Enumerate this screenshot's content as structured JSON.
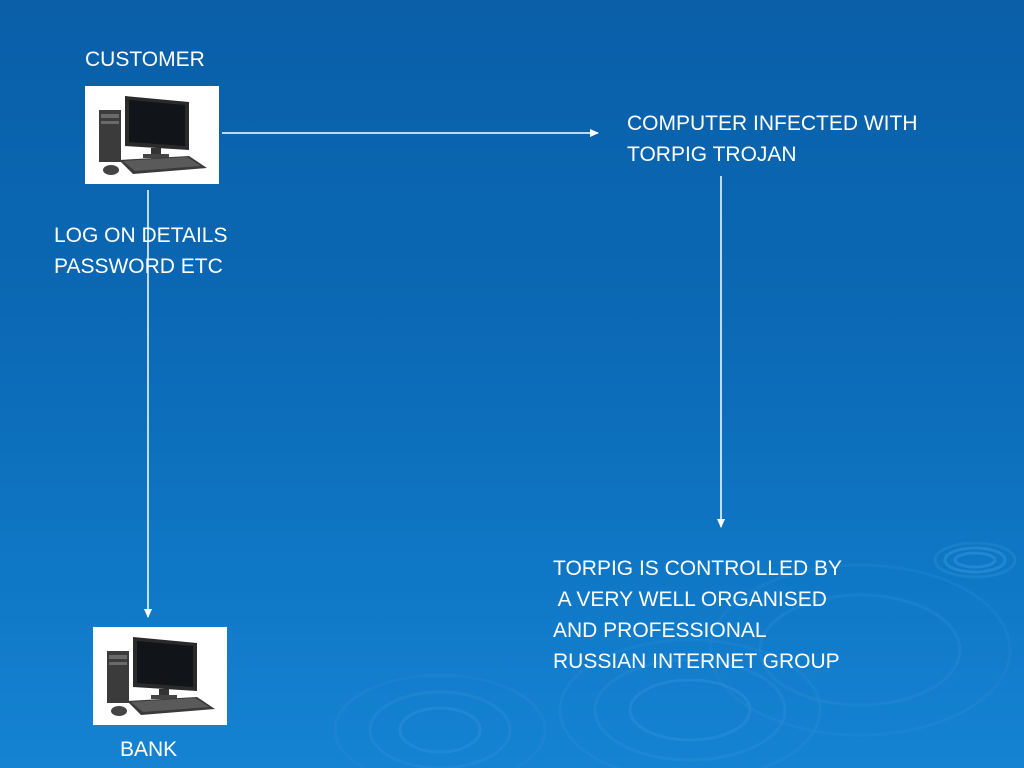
{
  "diagram": {
    "nodes": {
      "customer": {
        "label": "CUSTOMER",
        "icon": "desktop-computer-icon"
      },
      "infected": {
        "lines": [
          "COMPUTER INFECTED WITH",
          "TORPIG TROJAN"
        ]
      },
      "logon": {
        "lines": [
          "LOG ON DETAILS",
          "PASSWORD ETC"
        ]
      },
      "controlled": {
        "lines": [
          "TORPIG IS CONTROLLED BY",
          " A VERY WELL ORGANISED",
          "AND PROFESSIONAL",
          "RUSSIAN INTERNET GROUP"
        ]
      },
      "bank": {
        "label": "BANK",
        "icon": "desktop-computer-icon"
      }
    },
    "edges": [
      {
        "from": "customer",
        "to": "infected"
      },
      {
        "from": "customer",
        "to": "bank"
      },
      {
        "from": "infected",
        "to": "controlled"
      }
    ]
  },
  "colors": {
    "background_top": "#0a5fa8",
    "background_bottom": "#1583d2",
    "text": "#ffffff",
    "arrow": "#ffffff"
  }
}
